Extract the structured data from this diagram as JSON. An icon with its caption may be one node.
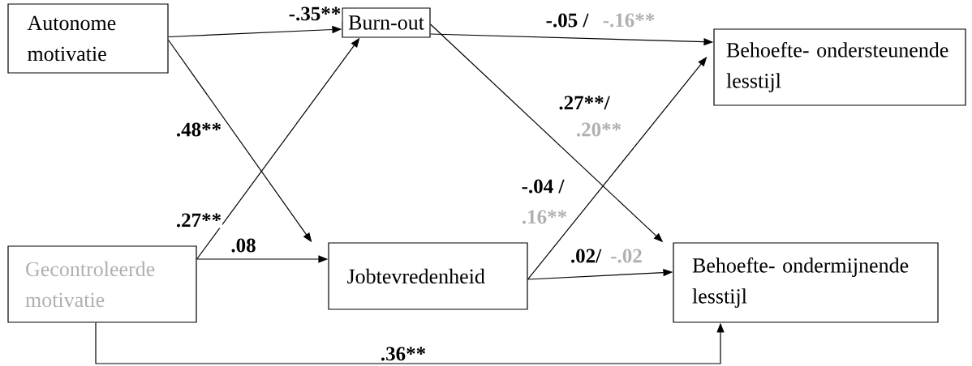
{
  "diagram": {
    "nodes": [
      {
        "text": [
          "Autonome motivatie"
        ]
      },
      {
        "text": [
          "Burn-out"
        ]
      },
      {
        "text": [
          "Behoefte- ondersteunende lesstijl"
        ]
      },
      {
        "text": [
          "Gecontroleerde motivatie"
        ]
      },
      {
        "text": [
          "Jobtevredenheid"
        ]
      },
      {
        "text": [
          "Behoefte- ondermijnende lesstijl"
        ]
      }
    ],
    "edges": [
      {
        "from": 0,
        "to": 1,
        "arrow": "to",
        "label": "-.35**"
      },
      {
        "from": 0,
        "to": 4,
        "arrow": "to",
        "label": ".48**"
      },
      {
        "from": 3,
        "to": 1,
        "arrow": "to",
        "label": ".27**"
      },
      {
        "from": 3,
        "to": 4,
        "arrow": "to",
        "label": ".08"
      },
      {
        "from": 1,
        "to": 2,
        "arrow": "to",
        "label": "-.05 /"
      },
      {
        "from": 1,
        "to": 5,
        "arrow": "to",
        "label": ".27**/"
      },
      {
        "from": 4,
        "to": 2,
        "arrow": "to",
        "label": "-.04 /"
      },
      {
        "from": 4,
        "to": 5,
        "arrow": "to",
        "label": ".02/"
      },
      {
        "from": 3,
        "to": 5,
        "arrow": "to",
        "label": ".36**"
      }
    ],
    "labels": [
      "-.16**",
      ".20**",
      ".16**",
      "-.02"
    ]
  }
}
